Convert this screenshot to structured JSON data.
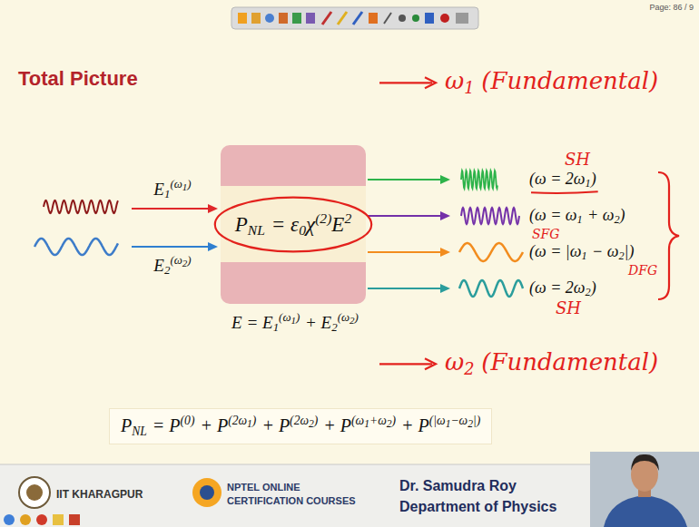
{
  "diagram": {
    "title": "Total Picture",
    "nodes": [
      {
        "text": [
          "P",
          "NL",
          "= ε",
          "0",
          "χ",
          "(2)",
          "E",
          "2"
        ]
      },
      {
        "text": [
          "P",
          "NL",
          "= P",
          "(0)",
          "+ P",
          "(2ω",
          "1",
          ")",
          "+ P",
          "(2ω",
          "2",
          ")",
          "+ P",
          "(ω",
          "1",
          "+ω",
          "2",
          ")",
          "+ P",
          "(|ω",
          "1",
          "−ω",
          "2",
          "|)"
        ]
      }
    ],
    "labels": [
      "Page: 86 / 9",
      "E",
      "1",
      "(ω",
      "1",
      ")",
      "E",
      "2",
      "(ω",
      "2",
      ")",
      "E = E",
      "1",
      "(ω",
      "1",
      ")",
      "+ E",
      "2",
      "(ω",
      "2",
      ")",
      "(ω = 2ω",
      "1",
      ")",
      "(ω = ω",
      "1",
      "+ ω",
      "2",
      ")",
      "(ω = |ω",
      "1",
      "− ω",
      "2",
      "|)",
      "(ω = 2ω",
      "2",
      ")",
      "ω",
      "1",
      "(Fundamental)",
      "SH",
      "SFG",
      "DFG",
      "SH",
      "ω",
      "2",
      "(Fundamental)",
      "IIT KHARAGPUR",
      "NPTEL ONLINE",
      "CERTIFICATION COURSES",
      "Dr. Samudra Roy",
      "Department of Physics"
    ]
  }
}
